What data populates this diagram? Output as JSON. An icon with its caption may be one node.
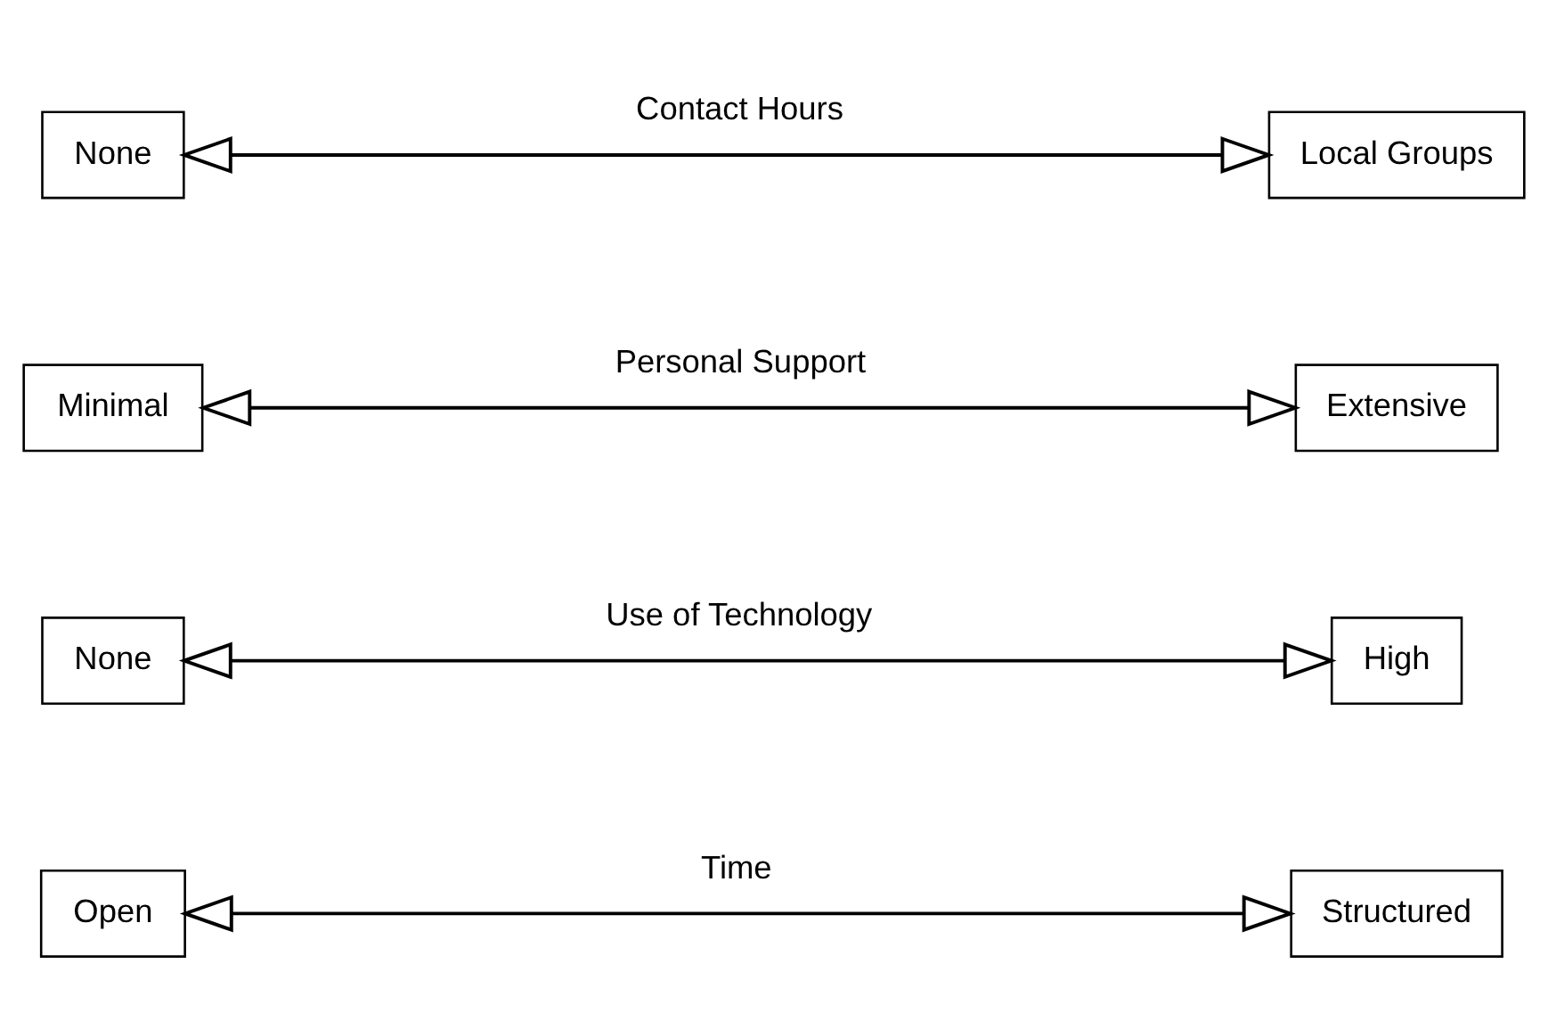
{
  "diagram": {
    "nodes": [
      {
        "text": [
          "None"
        ]
      },
      {
        "text": [
          "Local Groups"
        ]
      },
      {
        "text": [
          "Minimal"
        ]
      },
      {
        "text": [
          "Extensive"
        ]
      },
      {
        "text": [
          "None"
        ]
      },
      {
        "text": [
          "High"
        ]
      },
      {
        "text": [
          "Open"
        ]
      },
      {
        "text": [
          "Structured"
        ]
      }
    ],
    "edges": [
      {
        "from": 0,
        "to": 1,
        "arrow": "both",
        "label": "Contact Hours"
      },
      {
        "from": 2,
        "to": 3,
        "arrow": "both",
        "label": "Personal Support"
      },
      {
        "from": 4,
        "to": 5,
        "arrow": "both",
        "label": "Use of Technology"
      },
      {
        "from": 6,
        "to": 7,
        "arrow": "both",
        "label": "Time"
      }
    ]
  }
}
